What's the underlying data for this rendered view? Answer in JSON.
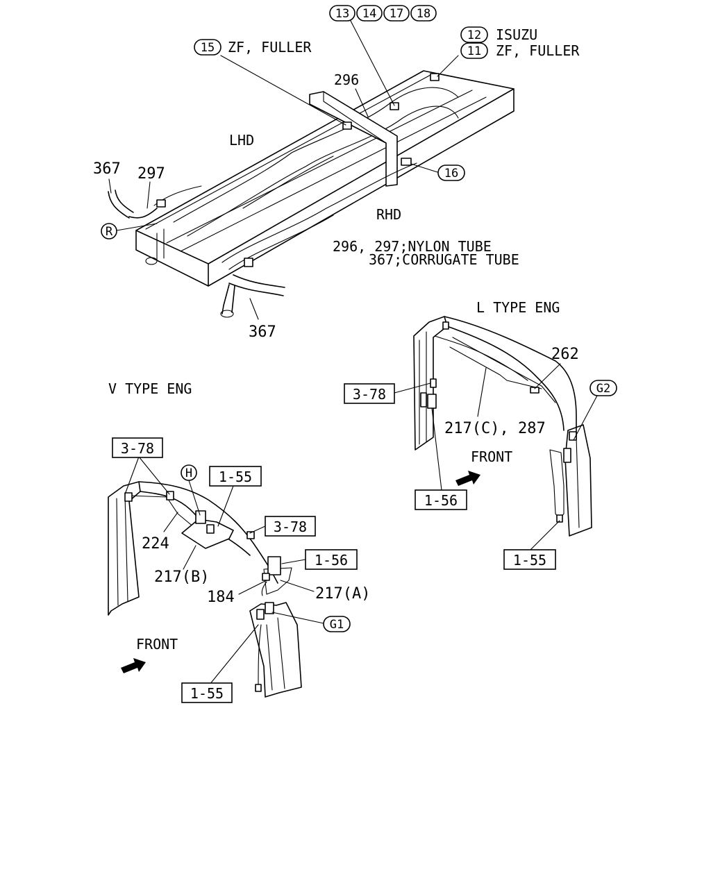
{
  "callouts": {
    "refs_13_14_17_18": [
      "13",
      "14",
      "17",
      "18"
    ],
    "ref_12": "12",
    "ref_12_text": "ISUZU",
    "ref_11": "11",
    "ref_11_text": "ZF, FULLER",
    "ref_15": "15",
    "ref_15_text": "ZF, FULLER",
    "ref_16": "16",
    "ref_R": "R",
    "ref_H": "H",
    "ref_G1": "G1",
    "ref_G2": "G2"
  },
  "top_view": {
    "lhd": "LHD",
    "rhd": "RHD",
    "part_296": "296",
    "part_297": "297",
    "part_367_left": "367",
    "part_367_bottom": "367",
    "note_line1": "296, 297;NYLON TUBE",
    "note_line2": "367;CORRUGATE TUBE"
  },
  "l_type": {
    "title": "L TYPE ENG",
    "part_262": "262",
    "part_217c_287": "217(C), 287",
    "front": "FRONT",
    "box_3_78": "3-78",
    "box_1_56": "1-56",
    "box_1_55": "1-55"
  },
  "v_type": {
    "title": "V TYPE ENG",
    "box_3_78_top": "3-78",
    "box_1_55_top": "1-55",
    "box_3_78_mid": "3-78",
    "box_1_56": "1-56",
    "box_1_55_bottom": "1-55",
    "part_224": "224",
    "part_217b": "217(B)",
    "part_184": "184",
    "part_217a": "217(A)",
    "front": "FRONT"
  }
}
